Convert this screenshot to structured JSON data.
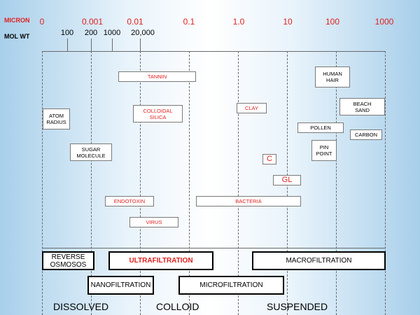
{
  "axes": {
    "micron_title": "MICRON",
    "molwt_title": "MOL WT",
    "micron_ticks": [
      "0",
      "0.001",
      "0.01",
      "0.1",
      "1.0",
      "10",
      "100",
      "1000"
    ],
    "molwt_ticks": [
      "100",
      "200",
      "1000",
      "20,000"
    ]
  },
  "particles": {
    "tannin": "TANNIN",
    "colloidal_silica": "COLLOIDAL\nSILICA",
    "clay": "CLAY",
    "atom_radius": "ATOM\nRADIUS",
    "sugar_molecule": "SUGAR\nMOLECULE",
    "endotoxin": "ENDOTOXIN",
    "virus": "VIRUS",
    "bacteria": "BACTERIA",
    "c": "C",
    "gl": "GL",
    "human_hair": "HUMAN\nHAIR",
    "beach_sand": "BEACH\nSAND",
    "pollen": "POLLEN",
    "carbon": "CARBON",
    "pin_point": "PIN\nPOINT"
  },
  "processes": {
    "reverse_osmosis": "REVERSE\nOSMOSOS",
    "ultrafiltration": "ULTRAFILTRATION",
    "macrofiltration": "MACROFILTRATION",
    "nanofiltration": "NANOFILTRATION",
    "microfiltration": "MICROFILTRATION"
  },
  "regions": {
    "dissolved": "DISSOLVED",
    "colloid": "COLLOID",
    "suspended": "SUSPENDED"
  },
  "colors": {
    "accent_red": "#e02020",
    "line_gray": "#6a6a6a"
  }
}
